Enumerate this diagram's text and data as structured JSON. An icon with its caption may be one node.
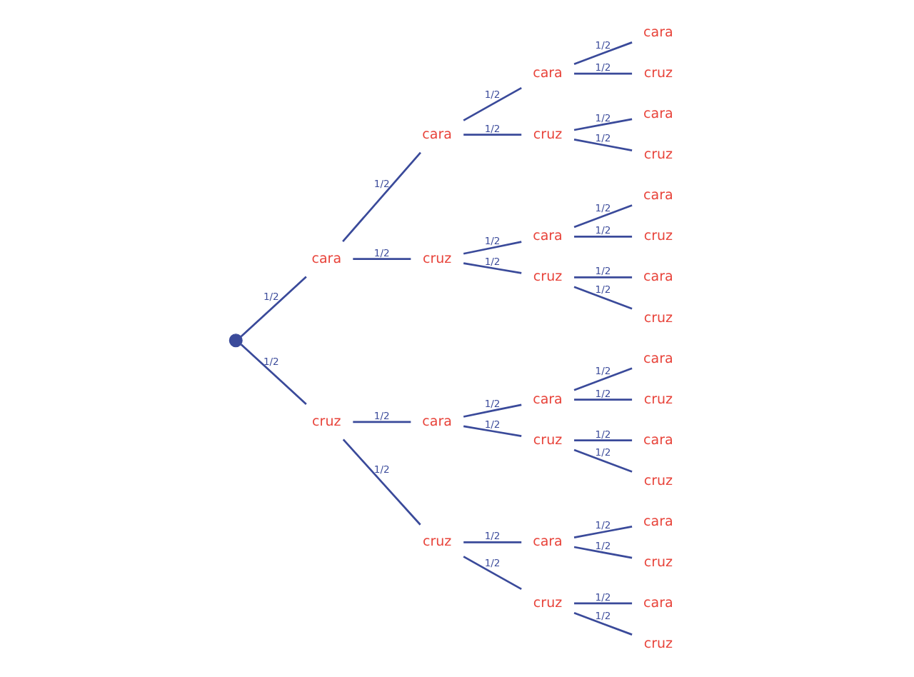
{
  "diagram": {
    "nodes": [
      {
        "text": [],
        "shape": "circle"
      },
      {
        "text": [
          "cara"
        ]
      },
      {
        "text": [
          "cruz"
        ]
      },
      {
        "text": [
          "cara"
        ]
      },
      {
        "text": [
          "cruz"
        ]
      },
      {
        "text": [
          "cara"
        ]
      },
      {
        "text": [
          "cruz"
        ]
      },
      {
        "text": [
          "cara"
        ]
      },
      {
        "text": [
          "cruz"
        ]
      },
      {
        "text": [
          "cara"
        ]
      },
      {
        "text": [
          "cruz"
        ]
      },
      {
        "text": [
          "cara"
        ]
      },
      {
        "text": [
          "cruz"
        ]
      },
      {
        "text": [
          "cara"
        ]
      },
      {
        "text": [
          "cruz"
        ]
      },
      {
        "text": [
          "cara"
        ]
      },
      {
        "text": [
          "cruz"
        ]
      },
      {
        "text": [
          "cara"
        ]
      },
      {
        "text": [
          "cruz"
        ]
      },
      {
        "text": [
          "cara"
        ]
      },
      {
        "text": [
          "cruz"
        ]
      },
      {
        "text": [
          "cara"
        ]
      },
      {
        "text": [
          "cruz"
        ]
      },
      {
        "text": [
          "cara"
        ]
      },
      {
        "text": [
          "cruz"
        ]
      },
      {
        "text": [
          "cara"
        ]
      },
      {
        "text": [
          "cruz"
        ]
      },
      {
        "text": [
          "cara"
        ]
      },
      {
        "text": [
          "cruz"
        ]
      },
      {
        "text": [
          "cara"
        ]
      },
      {
        "text": [
          "cruz"
        ]
      }
    ],
    "edges": [
      {
        "from": 0,
        "to": 1,
        "arrow": "none",
        "label": "1/2"
      },
      {
        "from": 0,
        "to": 2,
        "arrow": "none",
        "label": "1/2"
      },
      {
        "from": 1,
        "to": 3,
        "arrow": "none",
        "label": "1/2"
      },
      {
        "from": 1,
        "to": 4,
        "arrow": "none",
        "label": "1/2"
      },
      {
        "from": 2,
        "to": 5,
        "arrow": "none",
        "label": "1/2"
      },
      {
        "from": 2,
        "to": 6,
        "arrow": "none",
        "label": "1/2"
      },
      {
        "from": 3,
        "to": 7,
        "arrow": "none",
        "label": "1/2"
      },
      {
        "from": 3,
        "to": 8,
        "arrow": "none",
        "label": "1/2"
      },
      {
        "from": 4,
        "to": 9,
        "arrow": "none",
        "label": "1/2"
      },
      {
        "from": 4,
        "to": 10,
        "arrow": "none",
        "label": "1/2"
      },
      {
        "from": 5,
        "to": 11,
        "arrow": "none",
        "label": "1/2"
      },
      {
        "from": 5,
        "to": 12,
        "arrow": "none",
        "label": "1/2"
      },
      {
        "from": 6,
        "to": 13,
        "arrow": "none",
        "label": "1/2"
      },
      {
        "from": 6,
        "to": 14,
        "arrow": "none",
        "label": "1/2"
      },
      {
        "from": 7,
        "to": 15,
        "arrow": "none",
        "label": "1/2"
      },
      {
        "from": 7,
        "to": 16,
        "arrow": "none",
        "label": "1/2"
      },
      {
        "from": 8,
        "to": 17,
        "arrow": "none",
        "label": "1/2"
      },
      {
        "from": 8,
        "to": 18,
        "arrow": "none",
        "label": "1/2"
      },
      {
        "from": 9,
        "to": 19,
        "arrow": "none",
        "label": "1/2"
      },
      {
        "from": 9,
        "to": 20,
        "arrow": "none",
        "label": "1/2"
      },
      {
        "from": 10,
        "to": 21,
        "arrow": "none",
        "label": "1/2"
      },
      {
        "from": 10,
        "to": 22,
        "arrow": "none",
        "label": "1/2"
      },
      {
        "from": 11,
        "to": 23,
        "arrow": "none",
        "label": "1/2"
      },
      {
        "from": 11,
        "to": 24,
        "arrow": "none",
        "label": "1/2"
      },
      {
        "from": 12,
        "to": 25,
        "arrow": "none",
        "label": "1/2"
      },
      {
        "from": 12,
        "to": 26,
        "arrow": "none",
        "label": "1/2"
      },
      {
        "from": 13,
        "to": 27,
        "arrow": "none",
        "label": "1/2"
      },
      {
        "from": 13,
        "to": 28,
        "arrow": "none",
        "label": "1/2"
      },
      {
        "from": 14,
        "to": 29,
        "arrow": "none",
        "label": "1/2"
      },
      {
        "from": 14,
        "to": 30,
        "arrow": "none",
        "label": "1/2"
      }
    ]
  }
}
